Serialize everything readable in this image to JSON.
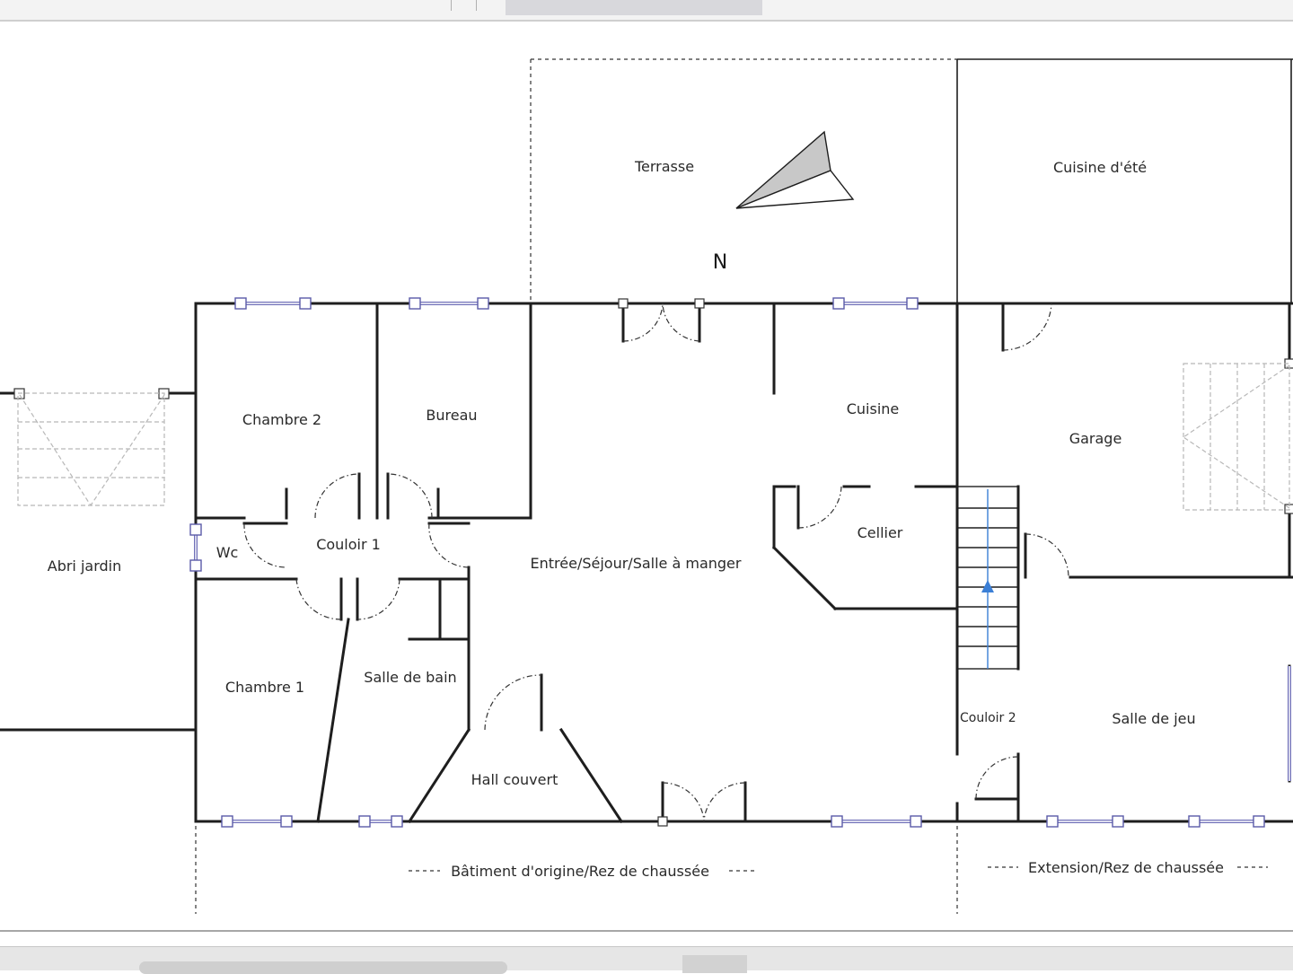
{
  "rooms": {
    "terrasse": "Terrasse",
    "cuisine_ete": "Cuisine d'été",
    "north": "N",
    "chambre2": "Chambre 2",
    "bureau": "Bureau",
    "cuisine": "Cuisine",
    "garage": "Garage",
    "abri_jardin": "Abri jardin",
    "wc": "Wc",
    "couloir1": "Couloir 1",
    "sejour": "Entrée/Séjour/Salle à manger",
    "cellier": "Cellier",
    "chambre1": "Chambre 1",
    "salle_de_bain": "Salle de bain",
    "couloir2": "Couloir 2",
    "salle_de_jeu": "Salle de jeu",
    "hall_couvert": "Hall couvert"
  },
  "sections": {
    "original": "Bâtiment d'origine/Rez de chaussée",
    "extension": "Extension/Rez de chaussée"
  },
  "colors": {
    "wall": "#1e1e1e",
    "window": "#7070b8",
    "stair_arrow": "#3b7fd6",
    "compass_fill": "#c8c8c8"
  }
}
